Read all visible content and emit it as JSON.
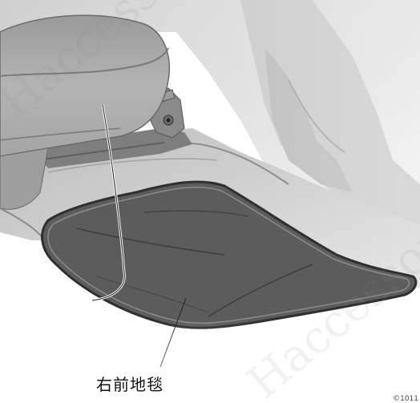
{
  "illustration": {
    "caption": "右前地毯",
    "figure_code": "©1011",
    "watermark_text": "Haccessory"
  }
}
